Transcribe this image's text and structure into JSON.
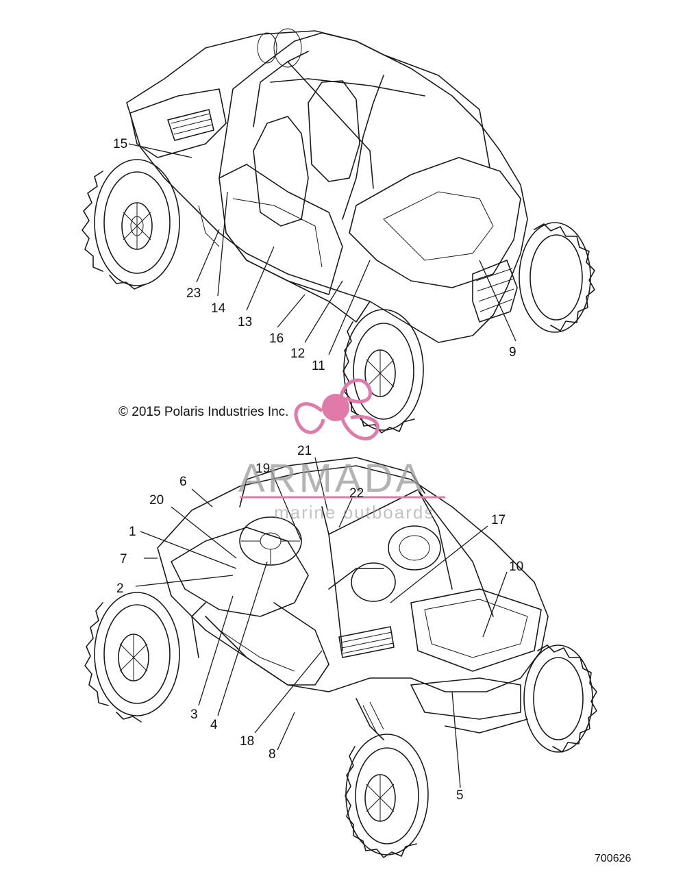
{
  "copyright": "© 2015 Polaris Industries Inc.",
  "figure_number": "700626",
  "watermark": {
    "brand": "ARMADA",
    "tagline": "marine outboards",
    "accent_color": "#e07aa8"
  },
  "callouts": {
    "c1": "1",
    "c2": "2",
    "c3": "3",
    "c4": "4",
    "c5": "5",
    "c6": "6",
    "c7": "7",
    "c8": "8",
    "c9": "9",
    "c10": "10",
    "c11": "11",
    "c12": "12",
    "c13": "13",
    "c14": "14",
    "c15": "15",
    "c16": "16",
    "c17": "17",
    "c18": "18",
    "c19": "19",
    "c20": "20",
    "c21": "21",
    "c22": "22",
    "c23": "23"
  }
}
